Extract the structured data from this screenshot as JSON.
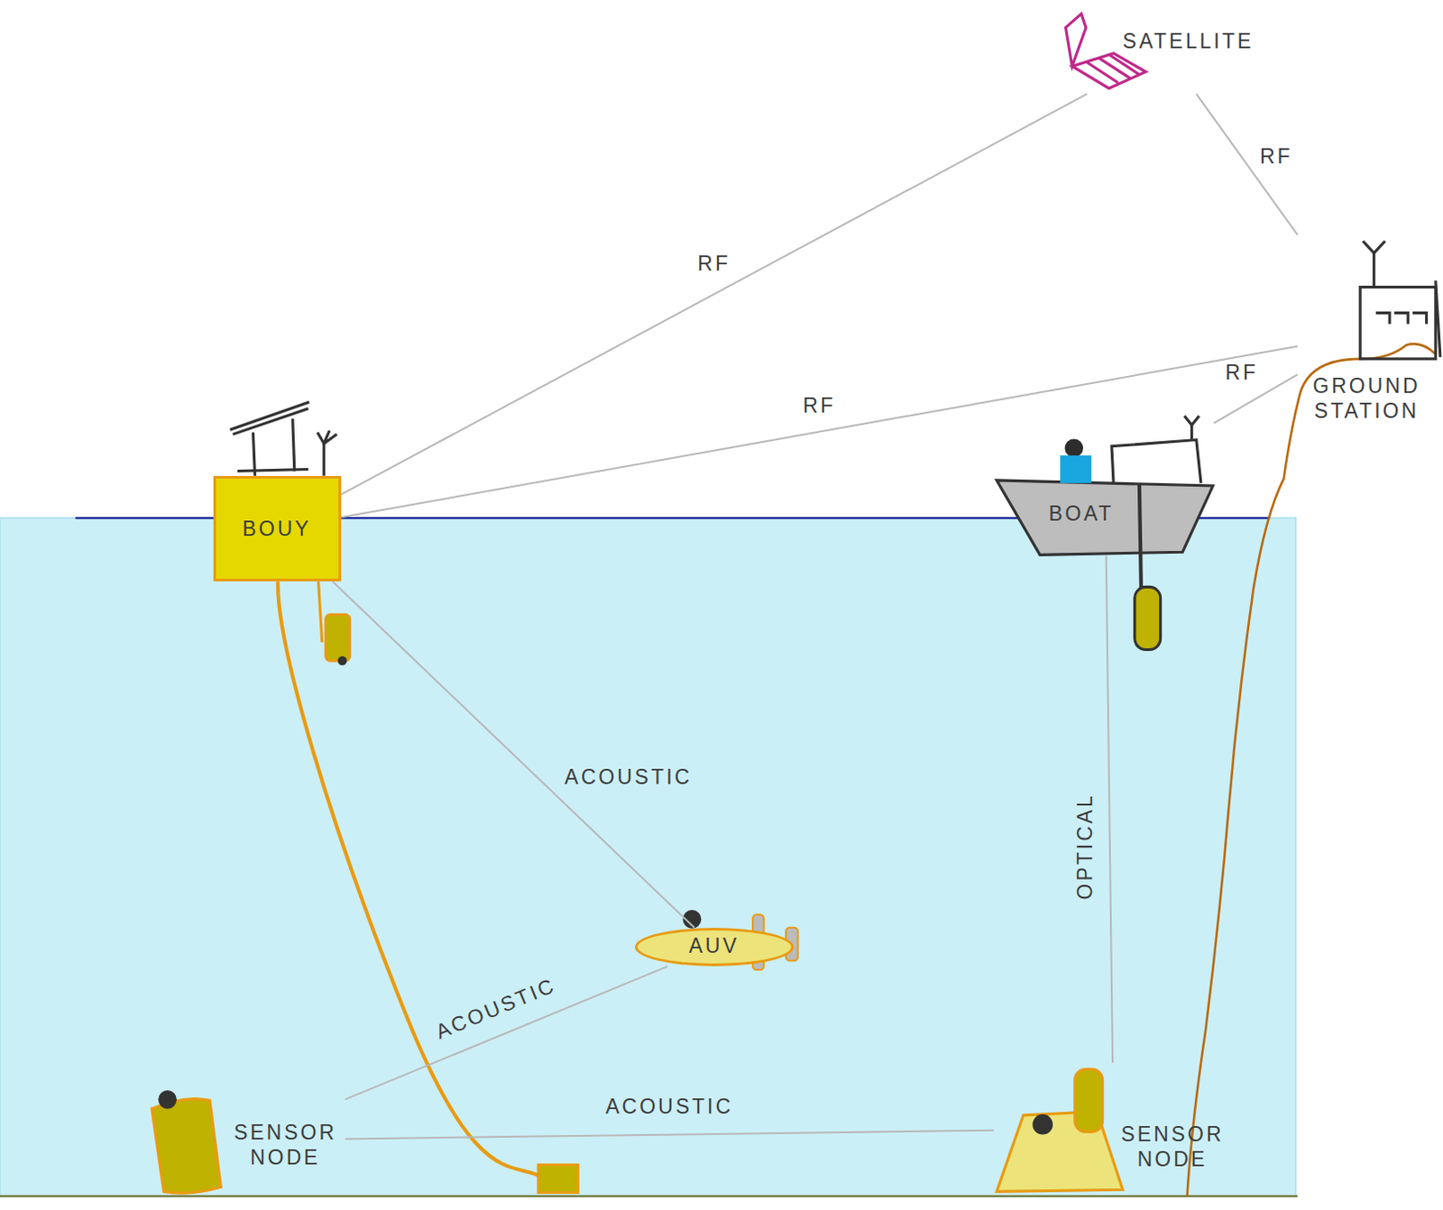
{
  "diagram": {
    "nodes": [
      {
        "text": [
          "SATELLITE"
        ]
      },
      {
        "text": [
          "GROUND STATION"
        ]
      },
      {
        "text": [
          "BOUY"
        ]
      },
      {
        "text": [
          "BOAT"
        ]
      },
      {
        "text": [
          "AUV"
        ]
      },
      {
        "text": [
          "SENSOR NODE"
        ]
      },
      {
        "text": [
          "SENSOR NODE"
        ]
      }
    ],
    "edges": [
      {
        "from": 0,
        "to": 2,
        "label": "RF",
        "arrow": "none"
      },
      {
        "from": 0,
        "to": 1,
        "label": "RF",
        "arrow": "none"
      },
      {
        "from": 2,
        "to": 1,
        "label": "RF",
        "arrow": "none"
      },
      {
        "from": 1,
        "to": 3,
        "label": "RF",
        "arrow": "none"
      },
      {
        "from": 2,
        "to": 4,
        "label": "ACOUSTIC",
        "arrow": "none"
      },
      {
        "from": 4,
        "to": 5,
        "label": "ACOUSTIC",
        "arrow": "none"
      },
      {
        "from": 5,
        "to": 6,
        "label": "ACOUSTIC",
        "arrow": "none"
      },
      {
        "from": 3,
        "to": 6,
        "label": "OPTICAL",
        "arrow": "none"
      }
    ]
  }
}
